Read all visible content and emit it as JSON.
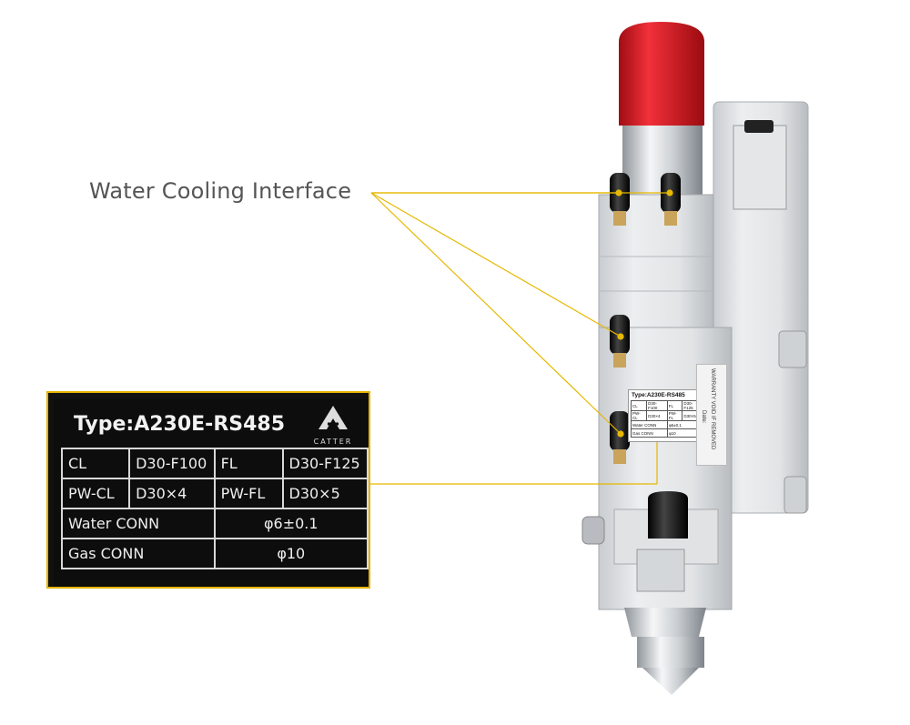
{
  "callout": {
    "label": "Water Cooling Interface"
  },
  "nameplate": {
    "type_label": "Type:A230E-RS485",
    "brand": "CATTER",
    "rows": [
      {
        "c1": "CL",
        "c2": "D30-F100",
        "c3": "FL",
        "c4": "D30-F125"
      },
      {
        "c1": "PW-CL",
        "c2": "D30×4",
        "c3": "PW-FL",
        "c4": "D30×5"
      },
      {
        "c1": "Water CONN",
        "c2": "φ6±0.1"
      },
      {
        "c1": "Gas CONN",
        "c2": "φ10"
      }
    ]
  },
  "small_label": {
    "type_label": "Type:A230E-RS485"
  },
  "warranty_sticker": {
    "line1": "WARRANTY VOID IF REMOVED",
    "date_label": "Date:"
  },
  "colors": {
    "callout_line": "#e6b800",
    "cap_red": "#d4141c",
    "body_metal": "#d9dcdf"
  }
}
